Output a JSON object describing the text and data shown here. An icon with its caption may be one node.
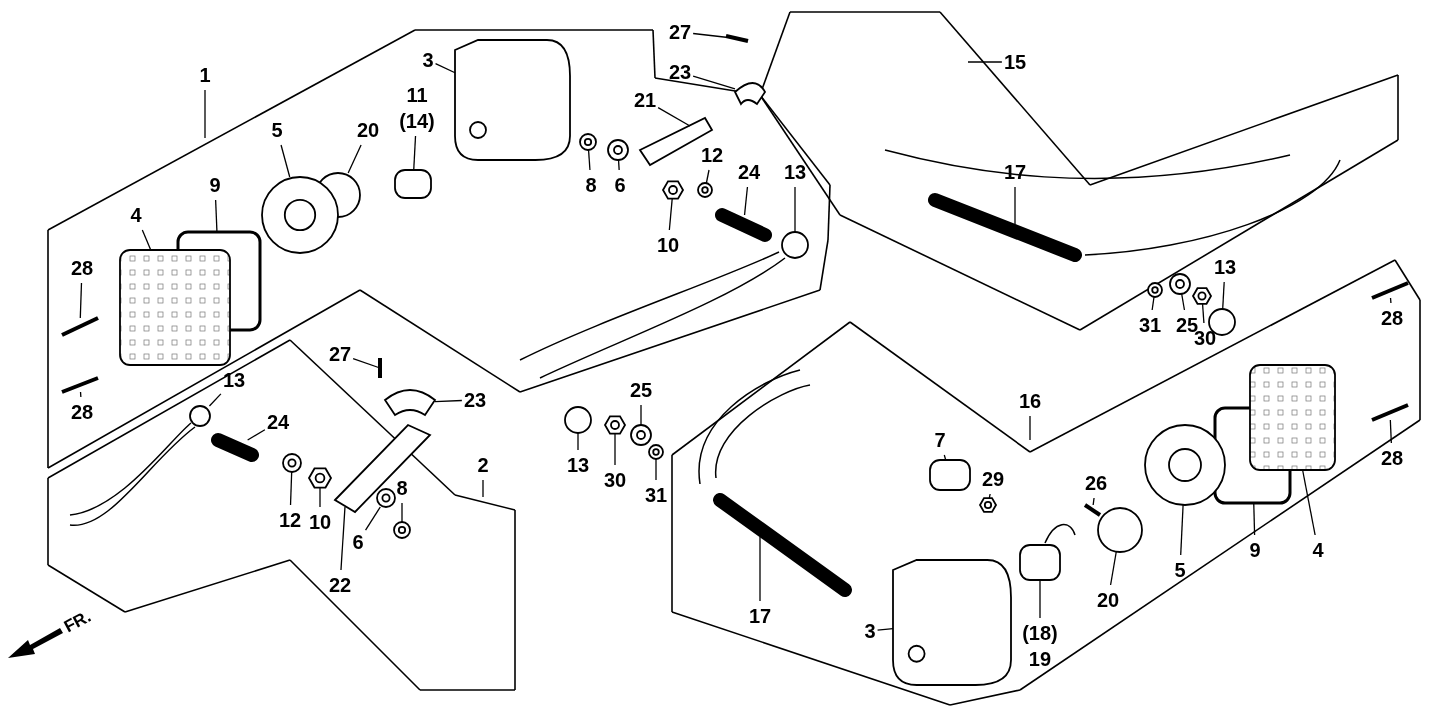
{
  "diagram": {
    "nodes": [
      {
        "text": [
          "27"
        ]
      },
      {
        "text": [
          "3"
        ]
      },
      {
        "text": [
          "15"
        ]
      },
      {
        "text": [
          "23"
        ]
      },
      {
        "text": [
          "1"
        ]
      },
      {
        "text": [
          "11",
          "(14)"
        ]
      },
      {
        "text": [
          "21"
        ]
      },
      {
        "text": [
          "20"
        ]
      },
      {
        "text": [
          "5"
        ]
      },
      {
        "text": [
          "12"
        ]
      },
      {
        "text": [
          "8"
        ]
      },
      {
        "text": [
          "6"
        ]
      },
      {
        "text": [
          "24"
        ]
      },
      {
        "text": [
          "13"
        ]
      },
      {
        "text": [
          "9"
        ]
      },
      {
        "text": [
          "17"
        ]
      },
      {
        "text": [
          "4"
        ]
      },
      {
        "text": [
          "10"
        ]
      },
      {
        "text": [
          "13"
        ]
      },
      {
        "text": [
          "28"
        ]
      },
      {
        "text": [
          "28"
        ]
      },
      {
        "text": [
          "31"
        ]
      },
      {
        "text": [
          "25"
        ]
      },
      {
        "text": [
          "30"
        ]
      },
      {
        "text": [
          "27"
        ]
      },
      {
        "text": [
          "13"
        ]
      },
      {
        "text": [
          "25"
        ]
      },
      {
        "text": [
          "23"
        ]
      },
      {
        "text": [
          "16"
        ]
      },
      {
        "text": [
          "28"
        ]
      },
      {
        "text": [
          "24"
        ]
      },
      {
        "text": [
          "7"
        ]
      },
      {
        "text": [
          "13"
        ]
      },
      {
        "text": [
          "2"
        ]
      },
      {
        "text": [
          "28"
        ]
      },
      {
        "text": [
          "29"
        ]
      },
      {
        "text": [
          "30"
        ]
      },
      {
        "text": [
          "26"
        ]
      },
      {
        "text": [
          "8"
        ]
      },
      {
        "text": [
          "31"
        ]
      },
      {
        "text": [
          "12"
        ]
      },
      {
        "text": [
          "10"
        ]
      },
      {
        "text": [
          "6"
        ]
      },
      {
        "text": [
          "9"
        ]
      },
      {
        "text": [
          "4"
        ]
      },
      {
        "text": [
          "5"
        ]
      },
      {
        "text": [
          "22"
        ]
      },
      {
        "text": [
          "17"
        ]
      },
      {
        "text": [
          "20"
        ]
      },
      {
        "text": [
          "3"
        ]
      },
      {
        "text": [
          "(18)",
          "19"
        ]
      },
      {
        "text": [],
        "shape": "picture"
      },
      {
        "text": [],
        "shape": "picture"
      },
      {
        "text": [],
        "shape": "picture"
      },
      {
        "text": [],
        "shape": "box"
      },
      {
        "text": [],
        "shape": "picture"
      },
      {
        "text": [],
        "shape": "circle"
      },
      {
        "text": [],
        "shape": "picture"
      },
      {
        "text": [],
        "shape": "picture"
      },
      {
        "text": [],
        "shape": "picture"
      },
      {
        "text": [],
        "shape": "picture"
      },
      {
        "text": [],
        "shape": "picture"
      },
      {
        "text": [],
        "shape": "circle"
      },
      {
        "text": [],
        "shape": "box"
      },
      {
        "text": [],
        "shape": "picture"
      },
      {
        "text": [],
        "shape": "box"
      },
      {
        "text": [],
        "shape": "picture"
      },
      {
        "text": [],
        "shape": "circle"
      },
      {
        "text": [],
        "shape": "picture"
      },
      {
        "text": [],
        "shape": "picture"
      },
      {
        "text": [],
        "shape": "picture"
      },
      {
        "text": [],
        "shape": "picture"
      },
      {
        "text": [],
        "shape": "picture"
      },
      {
        "text": [],
        "shape": "picture"
      },
      {
        "text": [],
        "shape": "circle"
      },
      {
        "text": [],
        "shape": "picture"
      },
      {
        "text": [],
        "shape": "picture"
      },
      {
        "text": [],
        "shape": "picture"
      },
      {
        "text": [],
        "shape": "picture"
      },
      {
        "text": [],
        "shape": "box"
      },
      {
        "text": [],
        "shape": "circle"
      },
      {
        "text": [],
        "shape": "picture"
      },
      {
        "text": [],
        "shape": "picture"
      },
      {
        "text": [],
        "shape": "picture"
      },
      {
        "text": [],
        "shape": "picture"
      },
      {
        "text": [],
        "shape": "picture"
      },
      {
        "text": [],
        "shape": "picture"
      },
      {
        "text": [],
        "shape": "picture"
      },
      {
        "text": [],
        "shape": "picture"
      },
      {
        "text": [],
        "shape": "picture"
      },
      {
        "text": [],
        "shape": "box"
      },
      {
        "text": [],
        "shape": "box"
      },
      {
        "text": [],
        "shape": "picture"
      },
      {
        "text": [],
        "shape": "picture"
      },
      {
        "text": [],
        "shape": "picture"
      },
      {
        "text": [],
        "shape": "circle"
      },
      {
        "text": [],
        "shape": "picture"
      },
      {
        "text": [],
        "shape": "box"
      }
    ],
    "edges": [
      {
        "from": 0,
        "to": 51,
        "arrow": "none"
      },
      {
        "from": 1,
        "to": 52,
        "arrow": "none"
      },
      {
        "from": 2,
        "to": null,
        "arrow": "none"
      },
      {
        "from": 3,
        "to": 53,
        "arrow": "none"
      },
      {
        "from": 4,
        "to": null,
        "arrow": "none"
      },
      {
        "from": 5,
        "to": 54,
        "arrow": "none"
      },
      {
        "from": 6,
        "to": 55,
        "arrow": "none"
      },
      {
        "from": 7,
        "to": 56,
        "arrow": "none"
      },
      {
        "from": 8,
        "to": 57,
        "arrow": "none"
      },
      {
        "from": 9,
        "to": 58,
        "arrow": "none"
      },
      {
        "from": 10,
        "to": 59,
        "arrow": "none"
      },
      {
        "from": 11,
        "to": 60,
        "arrow": "none"
      },
      {
        "from": 12,
        "to": 61,
        "arrow": "none"
      },
      {
        "from": 13,
        "to": 62,
        "arrow": "none"
      },
      {
        "from": 14,
        "to": 63,
        "arrow": "none"
      },
      {
        "from": 15,
        "to": 64,
        "arrow": "none"
      },
      {
        "from": 16,
        "to": 65,
        "arrow": "none"
      },
      {
        "from": 17,
        "to": 66,
        "arrow": "none"
      },
      {
        "from": 18,
        "to": 67,
        "arrow": "none"
      },
      {
        "from": 19,
        "to": 68,
        "arrow": "none"
      },
      {
        "from": 20,
        "to": 69,
        "arrow": "none"
      },
      {
        "from": 21,
        "to": 70,
        "arrow": "none"
      },
      {
        "from": 22,
        "to": 71,
        "arrow": "none"
      },
      {
        "from": 23,
        "to": 72,
        "arrow": "none"
      },
      {
        "from": 24,
        "to": 73,
        "arrow": "none"
      },
      {
        "from": 25,
        "to": 74,
        "arrow": "none"
      },
      {
        "from": 26,
        "to": 75,
        "arrow": "none"
      },
      {
        "from": 27,
        "to": 76,
        "arrow": "none"
      },
      {
        "from": 28,
        "to": null,
        "arrow": "none"
      },
      {
        "from": 29,
        "to": 77,
        "arrow": "none"
      },
      {
        "from": 30,
        "to": 78,
        "arrow": "none"
      },
      {
        "from": 31,
        "to": 79,
        "arrow": "none"
      },
      {
        "from": 32,
        "to": 80,
        "arrow": "none"
      },
      {
        "from": 33,
        "to": null,
        "arrow": "none"
      },
      {
        "from": 34,
        "to": 81,
        "arrow": "none"
      },
      {
        "from": 35,
        "to": 82,
        "arrow": "none"
      },
      {
        "from": 36,
        "to": 83,
        "arrow": "none"
      },
      {
        "from": 37,
        "to": 84,
        "arrow": "none"
      },
      {
        "from": 38,
        "to": 85,
        "arrow": "none"
      },
      {
        "from": 39,
        "to": 86,
        "arrow": "none"
      },
      {
        "from": 40,
        "to": 87,
        "arrow": "none"
      },
      {
        "from": 41,
        "to": 88,
        "arrow": "none"
      },
      {
        "from": 42,
        "to": 89,
        "arrow": "none"
      },
      {
        "from": 43,
        "to": 90,
        "arrow": "none"
      },
      {
        "from": 44,
        "to": 91,
        "arrow": "none"
      },
      {
        "from": 45,
        "to": 92,
        "arrow": "none"
      },
      {
        "from": 46,
        "to": 93,
        "arrow": "none"
      },
      {
        "from": 47,
        "to": 94,
        "arrow": "none"
      },
      {
        "from": 48,
        "to": 95,
        "arrow": "none"
      },
      {
        "from": 49,
        "to": 96,
        "arrow": "none"
      },
      {
        "from": 50,
        "to": 97,
        "arrow": "none"
      }
    ],
    "labels": [
      "FR."
    ]
  }
}
